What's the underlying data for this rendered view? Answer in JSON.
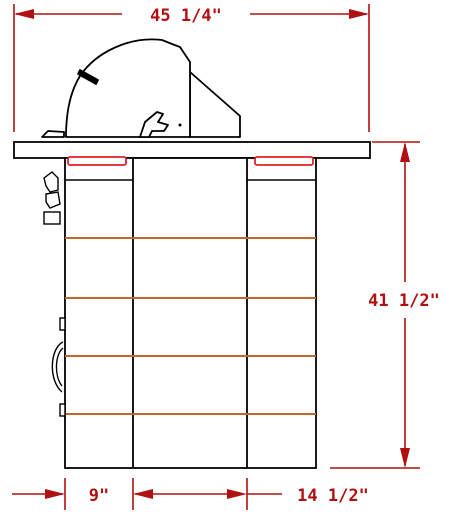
{
  "dimensions": {
    "width": "45 1/4\"",
    "height": "41 1/2\"",
    "left_segment": "9\"",
    "right_segment": "14 1/2\""
  },
  "colors": {
    "dimension": "#b01010",
    "outline": "#000000",
    "tile_lines": "#c0692a",
    "accent_red": "#e0202a",
    "background": "#ffffff"
  }
}
